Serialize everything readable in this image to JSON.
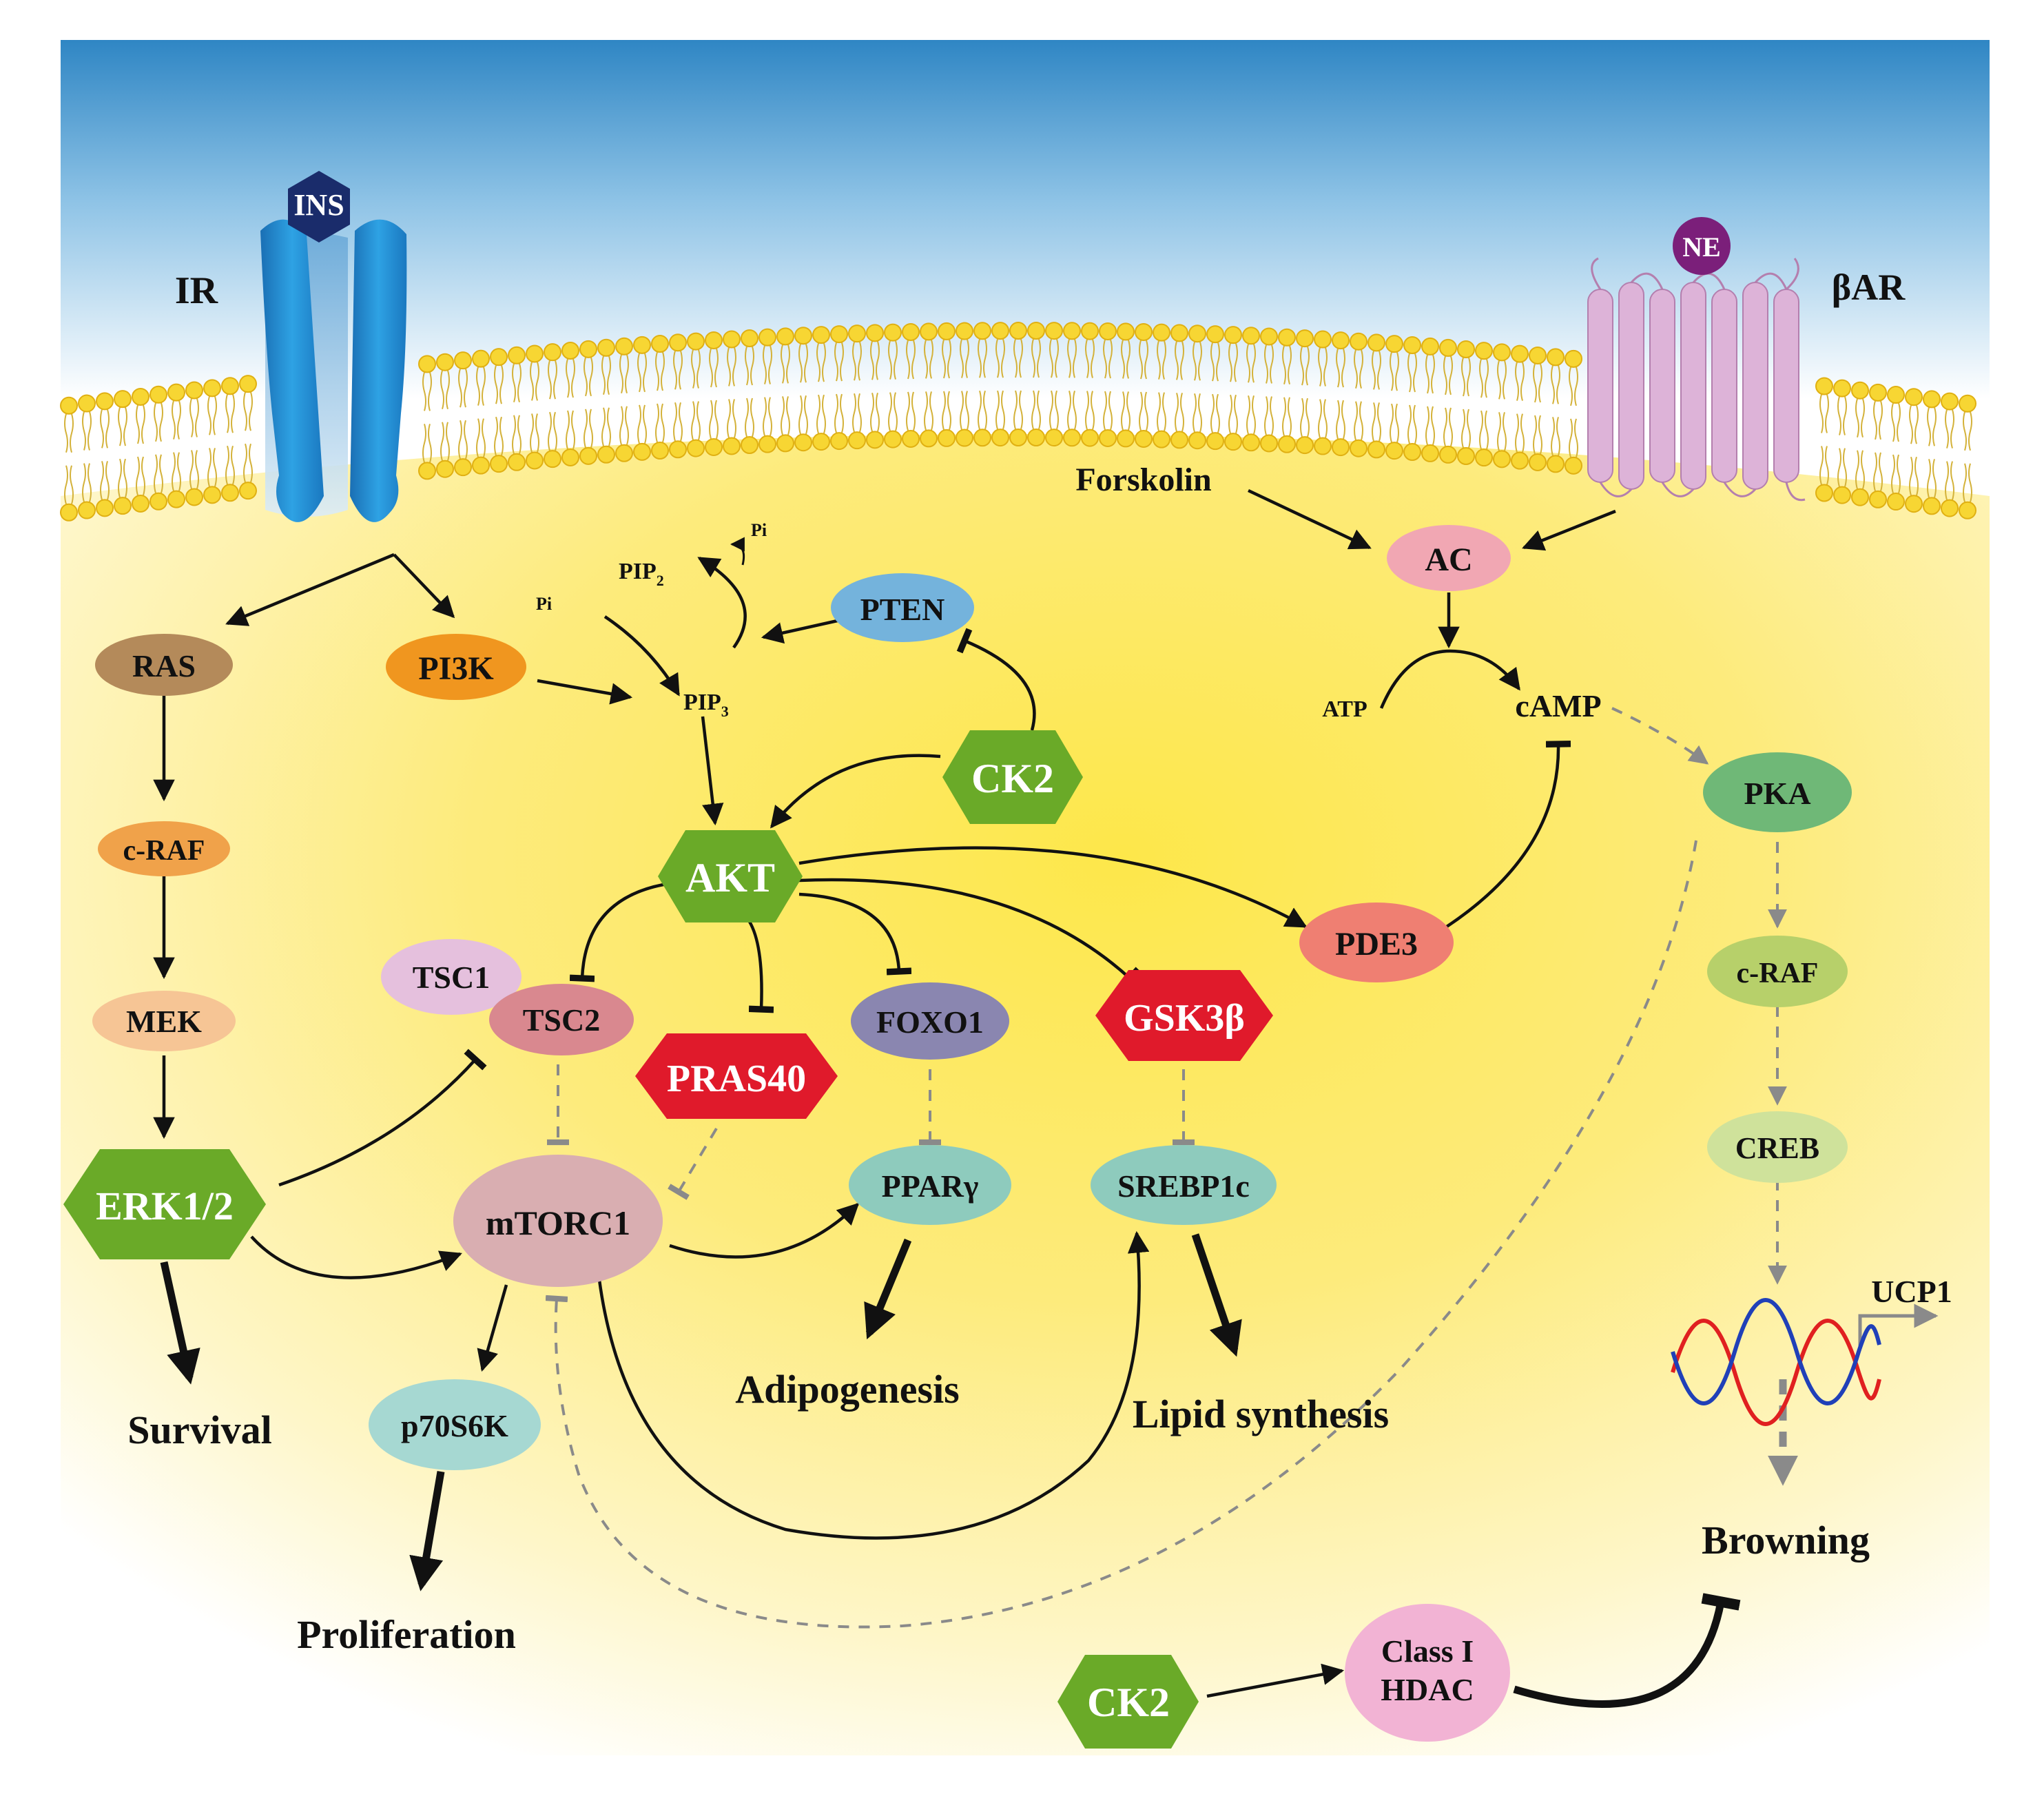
{
  "receptors": {
    "ins": "INS",
    "ir": "IR",
    "ne": "NE",
    "bar": "βAR"
  },
  "inputs": {
    "forskolin": "Forskolin",
    "atp": "ATP",
    "camp": "cAMP",
    "pip2": "PIP",
    "pip2_sub": "2",
    "pip3": "PIP",
    "pip3_sub": "3",
    "pi_left": "Pi",
    "pi_right": "Pi"
  },
  "nodes": {
    "ras": "RAS",
    "craf_left": "c-RAF",
    "mek": "MEK",
    "erk": "ERK1/2",
    "pi3k": "PI3K",
    "pten": "PTEN",
    "ck2_top": "CK2",
    "akt": "AKT",
    "tsc1": "TSC1",
    "tsc2": "TSC2",
    "pras40": "PRAS40",
    "foxo1": "FOXO1",
    "gsk3b": "GSK3β",
    "pde3": "PDE3",
    "mtorc1": "mTORC1",
    "ppar": "PPARγ",
    "srebp": "SREBP1c",
    "p70": "p70S6K",
    "ac": "AC",
    "pka": "PKA",
    "craf_right": "c-RAF",
    "creb": "CREB",
    "ucp1": "UCP1",
    "ck2_bottom": "CK2",
    "hdac_line1": "Class I",
    "hdac_line2": "HDAC"
  },
  "outcomes": {
    "survival": "Survival",
    "proliferation": "Proliferation",
    "adipogenesis": "Adipogenesis",
    "lipid": "Lipid synthesis",
    "browning": "Browning"
  },
  "colors": {
    "membrane_head": "#f7d633",
    "ir_receptor": "#1a8fd8",
    "ins": "#1a2c6b",
    "ne": "#7b1f7a",
    "bar": "#ddb3d8",
    "hexagon_green": "#6aaa28",
    "hexagon_red": "#e01a2b",
    "ras": "#b48a5a",
    "pi3k": "#f0961f",
    "pten": "#74b3dc",
    "ac": "#f1a7b3",
    "pde3": "#ef7f72",
    "mtorc1": "#d9aeb1",
    "ppar": "#8ecbbd",
    "pka": "#6fb877"
  }
}
